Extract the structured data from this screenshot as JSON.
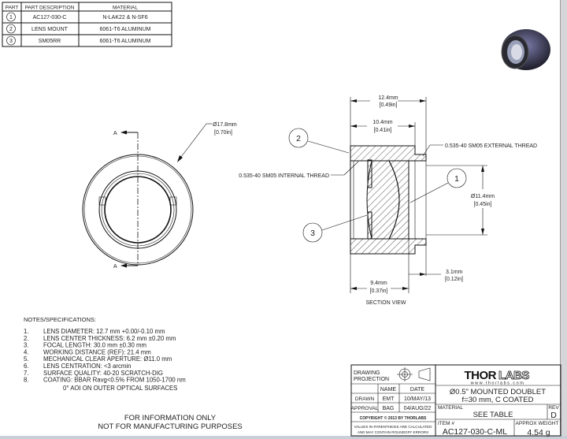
{
  "parts_table": {
    "headers": [
      "PART",
      "PART DESCRIPTION",
      "MATERIAL"
    ],
    "rows": [
      {
        "part": "1",
        "description": "AC127-030-C",
        "material": "N-LAK22 & N-SF6"
      },
      {
        "part": "2",
        "description": "LENS MOUNT",
        "material": "6061-T6 ALUMINUM"
      },
      {
        "part": "3",
        "description": "SM05RR",
        "material": "6061-T6 ALUMINUM"
      }
    ]
  },
  "front_view": {
    "section_mark": "A",
    "diameter_mm": "Ø17.8mm",
    "diameter_in": "[0.70in]"
  },
  "section_view": {
    "label": "SECTION VIEW",
    "dim_overall_mm": "12.4mm",
    "dim_overall_in": "[0.49in]",
    "dim_body_mm": "10.4mm",
    "dim_body_in": "[0.41in]",
    "dim_bore_mm": "Ø11.4mm",
    "dim_bore_in": "[0.45in]",
    "dim_spigot_mm": "3.1mm",
    "dim_spigot_in": "[0.12in]",
    "dim_inner_mm": "9.4mm",
    "dim_inner_in": "[0.37in]",
    "internal_thread": "0.535-40 SM05 INTERNAL THREAD",
    "external_thread": "0.535-40 SM05 EXTERNAL THREAD",
    "balloons": [
      "1",
      "2",
      "3"
    ]
  },
  "notes": {
    "title": "NOTES/SPECIFICATIONS:",
    "items": [
      {
        "num": "1.",
        "text": "LENS DIAMETER: 12.7 mm +0.00/-0.10 mm"
      },
      {
        "num": "2.",
        "text": "LENS CENTER THICKNESS: 6.2 mm ±0.20 mm"
      },
      {
        "num": "3.",
        "text": "FOCAL LENGTH: 30.0 mm ±0.30 mm"
      },
      {
        "num": "4.",
        "text": "WORKING DISTANCE (REF): 21.4 mm"
      },
      {
        "num": "5.",
        "text": "MECHANICAL CLEAR APERTURE: Ø11.0 mm"
      },
      {
        "num": "6.",
        "text": "LENS CENTRATION: <3 arcmin"
      },
      {
        "num": "7.",
        "text": "SURFACE QUALITY: 40-20 SCRATCH-DIG"
      },
      {
        "num": "8.",
        "text": "COATING: BBAR Ravg<0.5% FROM  1050-1700 nm"
      }
    ],
    "continuation": "0° AOI ON OUTER OPTICAL SURFACES",
    "disclaimer_1": "FOR INFORMATION ONLY",
    "disclaimer_2": "NOT FOR MANUFACTURING PURPOSES"
  },
  "title_block": {
    "projection_label_1": "DRAWING",
    "projection_label_2": "PROJECTION",
    "name_header": "NAME",
    "date_header": "DATE",
    "drawn_label": "DRAWN",
    "drawn_name": "EMT",
    "drawn_date": "10/MAY/13",
    "approval_label": "APPROVAL",
    "approval_name": "BAG",
    "approval_date": "04/AUG/22",
    "copyright": "COPYRIGHT © 2013 BY THORLABS",
    "values_note_1": "VALUES IN PARENTHESIS ARE CALCULATED",
    "values_note_2": "AND MAY CONTAIN ROUNDOFF ERRORS",
    "logo_thor": "THOR",
    "logo_labs": "LABS",
    "website": "www.thorlabs.com",
    "description_1": "Ø0.5\" MOUNTED DOUBLET",
    "description_2": "f=30 mm, C COATED",
    "material_label": "MATERIAL",
    "material_value": "SEE TABLE",
    "rev_label": "REV",
    "rev_value": "D",
    "item_label": "ITEM #",
    "item_value": "AC127-030-C-ML",
    "weight_label": "APPROX WEIGHT",
    "weight_value": "4.54 g"
  }
}
